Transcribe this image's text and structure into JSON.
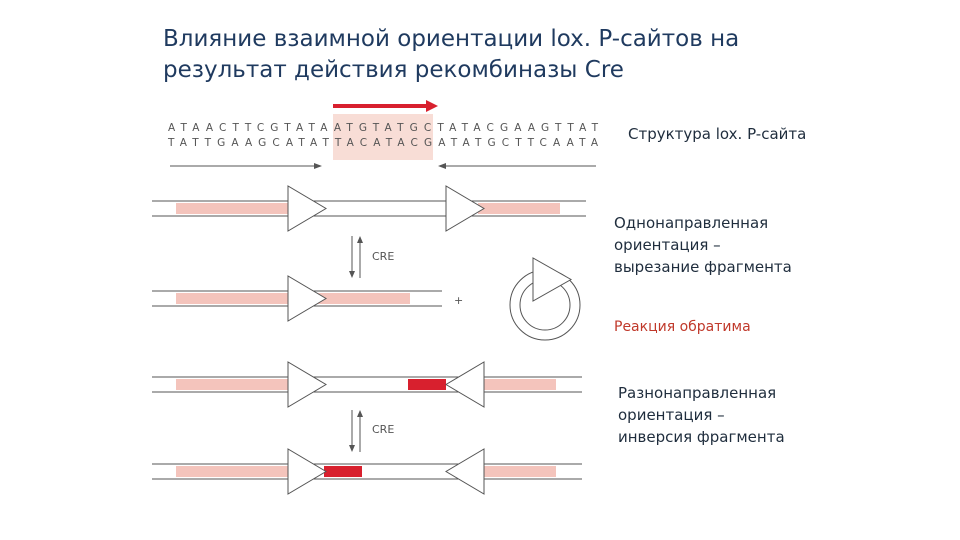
{
  "title": {
    "line1": "Влияние взаимной ориентации lox. P-сайтов на",
    "line2": "результат действия рекомбиназы Cre"
  },
  "labels": {
    "structure": "Структура lox. P-сайта",
    "same_dir_1": "Однонаправленная",
    "same_dir_2": "ориентация –",
    "same_dir_3": "вырезание фрагмента",
    "reversible": "Реакция обратима",
    "opp_dir_1": "Разнонаправленная",
    "opp_dir_2": "ориентация –",
    "opp_dir_3": "инверсия фрагмента"
  },
  "sequence": {
    "top": "ATAACTTCGTATAATGTATGCTATACGAAGTTAT",
    "bottom": "TATTGAAGCATATTACATACGATATGCTTCAATA"
  },
  "enzyme": {
    "label_1": "CRE",
    "label_2": "CRE"
  },
  "plus_sign": "+",
  "colors": {
    "title": "#1f3a5f",
    "pink": "#f4c4bc",
    "red": "#d8202e",
    "reversible_text": "#c0392b",
    "line": "#555555"
  }
}
